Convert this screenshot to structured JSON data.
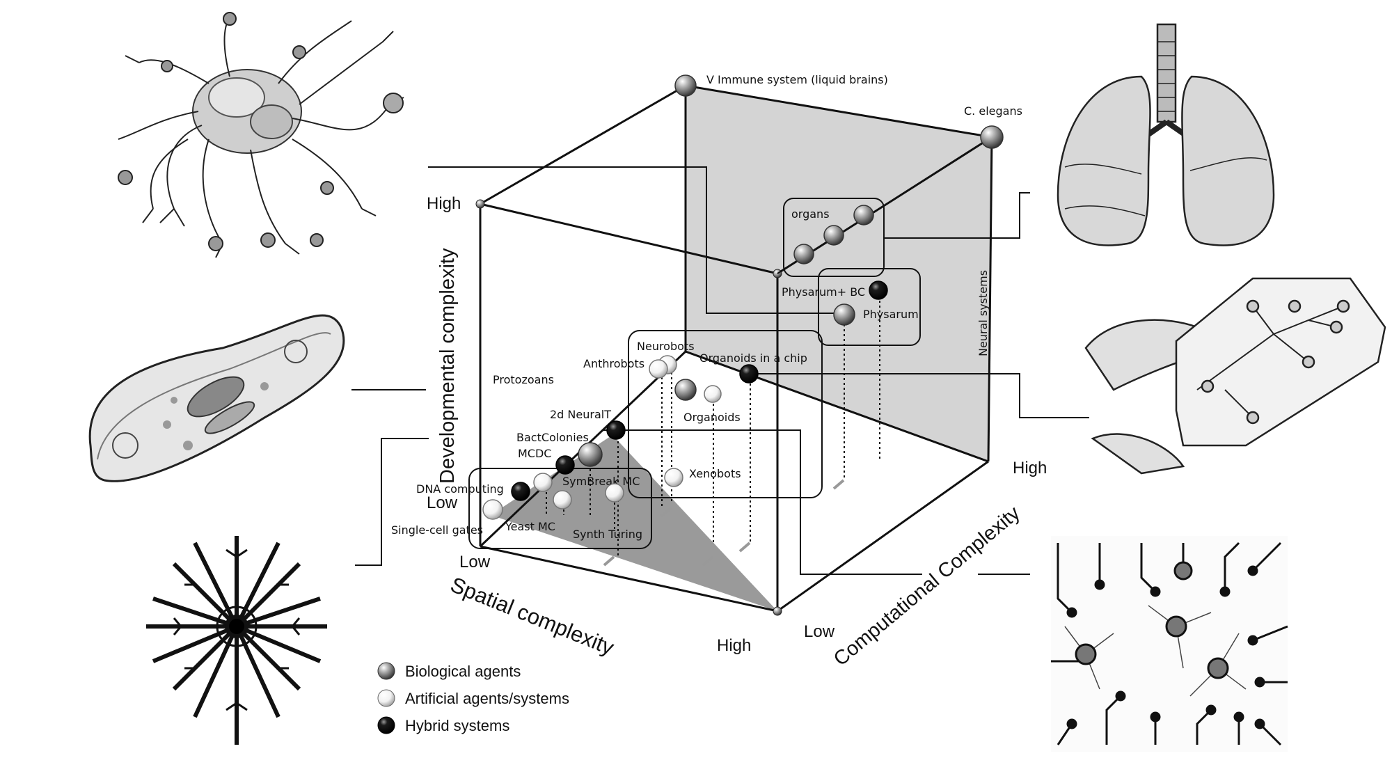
{
  "axes": {
    "developmental": {
      "title": "Developmental complexity",
      "high": "High",
      "low": "Low"
    },
    "spatial": {
      "title": "Spatial complexity",
      "low": "Low",
      "high": "High"
    },
    "computational": {
      "title": "Computational Complexity",
      "low": "Low",
      "high": "High"
    }
  },
  "plane_label": "Neural systems",
  "agents": [
    {
      "label": "V Immune system (liquid brains)",
      "kind": "biological"
    },
    {
      "label": "C. elegans",
      "kind": "biological"
    },
    {
      "label": "organs",
      "kind": "biological"
    },
    {
      "label": "Physarum+ BC",
      "kind": "hybrid"
    },
    {
      "label": "Physarum",
      "kind": "biological"
    },
    {
      "label": "Neurobots",
      "kind": "artificial"
    },
    {
      "label": "Anthrobots",
      "kind": "artificial"
    },
    {
      "label": "Organoids in a chip",
      "kind": "hybrid"
    },
    {
      "label": "Protozoans",
      "kind": "biological"
    },
    {
      "label": "Organoids",
      "kind": "artificial"
    },
    {
      "label": "2d NeuralT",
      "kind": "hybrid"
    },
    {
      "label": "BactColonies",
      "kind": "biological"
    },
    {
      "label": "MCDC",
      "kind": "hybrid"
    },
    {
      "label": "Xenobots",
      "kind": "artificial"
    },
    {
      "label": "DNA computing",
      "kind": "hybrid"
    },
    {
      "label": "SymBreak MC",
      "kind": "artificial"
    },
    {
      "label": "Yeast MC",
      "kind": "artificial"
    },
    {
      "label": "Single-cell gates",
      "kind": "artificial"
    },
    {
      "label": "Synth Turing",
      "kind": "artificial"
    }
  ],
  "legend": [
    {
      "label": "Biological agents",
      "kind": "biological"
    },
    {
      "label": "Artificial agents/systems",
      "kind": "artificial"
    },
    {
      "label": "Hybrid systems",
      "kind": "hybrid"
    }
  ],
  "illustrations": {
    "top_left": "fungal-mycelium-illustration",
    "mid_left": "paramecium-illustration",
    "bottom_left": "bacterial-colony-pattern-illustration",
    "top_right": "lungs-illustration",
    "mid_right": "organ-on-chip-illustration",
    "bottom_right": "neural-circuit-illustration"
  },
  "colors": {
    "line": "#111111",
    "plane": "#d4d4d4",
    "tri": "#9a9a9a"
  }
}
